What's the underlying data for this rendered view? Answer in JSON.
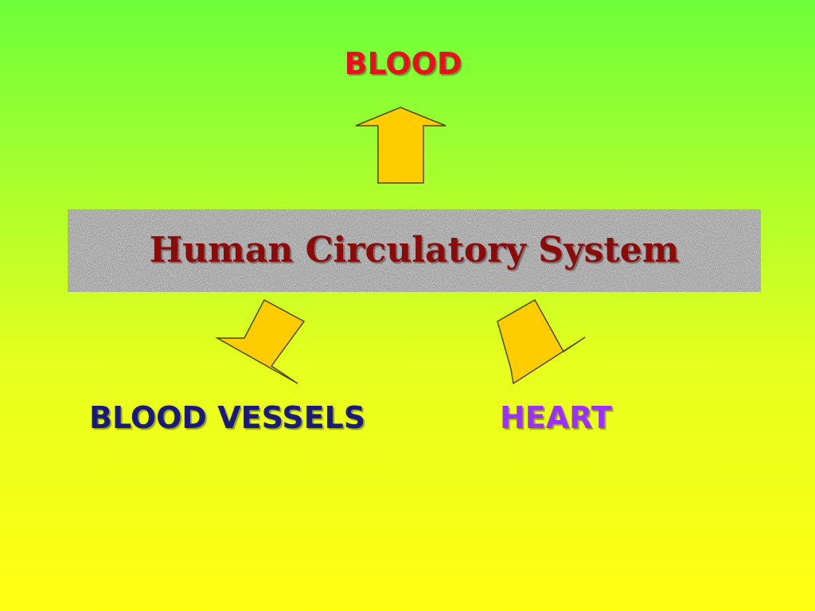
{
  "diagram": {
    "center": {
      "text": "Human Circulatory System"
    },
    "nodes": {
      "top": {
        "text": "BLOOD",
        "color": "#e8101e"
      },
      "left": {
        "text": "BLOOD VESSELS",
        "color": "#1a1a7a"
      },
      "right": {
        "text": "HEART",
        "color": "#9b30ff"
      }
    },
    "colors": {
      "arrow_fill": "#ffcc00",
      "arrow_stroke": "#4a4a00",
      "title_text": "#8b0a0a",
      "title_box": "#9a9a9a"
    }
  }
}
